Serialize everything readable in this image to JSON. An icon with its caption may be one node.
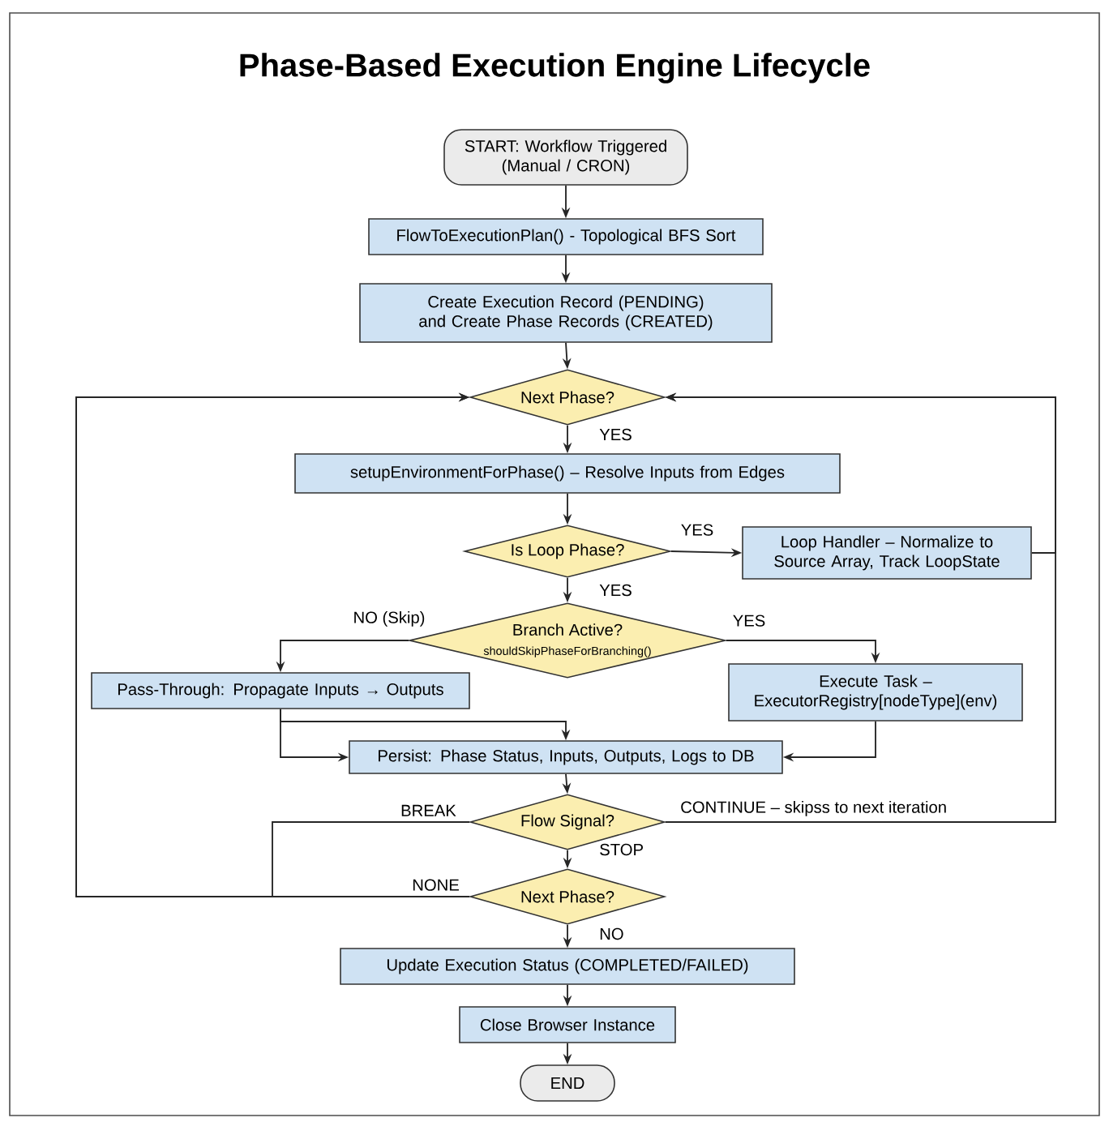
{
  "diagram": {
    "title": "Phase-Based Execution Engine Lifecycle",
    "nodes": [
      {
        "text": [
          "START: Workflow Triggered (Manual / CRON)"
        ]
      },
      {
        "text": [
          "FlowToExecutionPlan() - Topological BFS Sort"
        ]
      },
      {
        "text": [
          "Create Execution Record (PENDING) and Create Phase Records (CREATED)"
        ]
      },
      {
        "text": [
          "Next Phase?"
        ]
      },
      {
        "text": [
          "setupEnvironmentForPhase() – Resolve Inputs from Edges"
        ]
      },
      {
        "text": [
          "Is Loop Phase?"
        ]
      },
      {
        "text": [
          "Loop Handler – Normalize to Source Array, Track LoopState"
        ]
      },
      {
        "text": [
          "Branch Active?",
          "shouldSkipPhaseForBranching()"
        ]
      },
      {
        "text": [
          "Pass-Through: Propagate Inputs → Outputs"
        ]
      },
      {
        "text": [
          "Execute Task – ExecutorRegistry[nodeType](env)"
        ]
      },
      {
        "text": [
          "Persist: Phase Status, Inputs, Outputs, Logs to DB"
        ]
      },
      {
        "text": [
          "Flow Signal?"
        ]
      },
      {
        "text": [
          "Next Phase?"
        ]
      },
      {
        "text": [
          "Update Execution Status (COMPLETED/FAILED)"
        ]
      },
      {
        "text": [
          "Close Browser Instance"
        ]
      },
      {
        "text": [
          "END"
        ]
      }
    ],
    "edges": [
      {
        "from": 0,
        "to": 1,
        "arrow": "to"
      },
      {
        "from": 1,
        "to": 2,
        "arrow": "to"
      },
      {
        "from": 2,
        "to": 3,
        "arrow": "to"
      },
      {
        "from": 3,
        "to": 4,
        "arrow": "to",
        "label": "YES"
      },
      {
        "from": 4,
        "to": 5,
        "arrow": "to"
      },
      {
        "from": 5,
        "to": 6,
        "arrow": "to",
        "label": "YES"
      },
      {
        "from": 5,
        "to": 7,
        "arrow": "to",
        "label": "YES"
      },
      {
        "from": 6,
        "to": 3,
        "arrow": "to"
      },
      {
        "from": 7,
        "to": 8,
        "arrow": "to",
        "label": "NO (Skip)"
      },
      {
        "from": 7,
        "to": 9,
        "arrow": "to",
        "label": "YES"
      },
      {
        "from": 8,
        "to": 10,
        "arrow": "to"
      },
      {
        "from": 8,
        "to": 10,
        "arrow": "to"
      },
      {
        "from": 9,
        "to": 10,
        "arrow": "to"
      },
      {
        "from": 10,
        "to": 11,
        "arrow": "to"
      },
      {
        "from": 11,
        "to": 3,
        "arrow": "to",
        "label": "CONTINUE – skipss to next iteration"
      },
      {
        "from": 11,
        "to": 3,
        "arrow": "to",
        "label": "BREAK"
      },
      {
        "from": 11,
        "to": 12,
        "arrow": "to",
        "label": "STOP"
      },
      {
        "from": 12,
        "to": 3,
        "arrow": "to",
        "label": "NONE"
      },
      {
        "from": 12,
        "to": 13,
        "arrow": "to",
        "label": "NO"
      },
      {
        "from": 13,
        "to": 14,
        "arrow": "to"
      },
      {
        "from": 14,
        "to": 15,
        "arrow": "to"
      }
    ]
  }
}
